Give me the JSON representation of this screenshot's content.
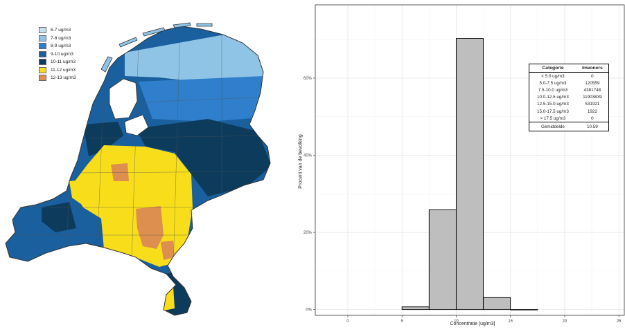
{
  "colors": {
    "c67": "#c7e2ef",
    "c78": "#8fc4e6",
    "c89": "#2f7fcc",
    "c910": "#1a5f9e",
    "c1011": "#0d3b5c",
    "c1112": "#f7dd1a",
    "c1213": "#dc8f4f",
    "bar_fill": "#bebebe",
    "grid": "#e6e6e6",
    "border": "#333333"
  },
  "legend": {
    "items": [
      {
        "label": "6-7 ug/m3",
        "color": "#c7e2ef"
      },
      {
        "label": "7-8 ug/m3",
        "color": "#8fc4e6"
      },
      {
        "label": "8-9 ug/m3",
        "color": "#2f7fcc"
      },
      {
        "label": "9-10 ug/m3",
        "color": "#1a5f9e"
      },
      {
        "label": "10-11 ug/m3",
        "color": "#0d3b5c"
      },
      {
        "label": "11-12 ug/m3",
        "color": "#f7dd1a"
      },
      {
        "label": "12-13 ug/m3",
        "color": "#dc8f4f"
      }
    ]
  },
  "chart_data": {
    "type": "bar",
    "xlabel": "Concentratie [ug/m3]",
    "ylabel": "Procent van de bevolking",
    "xlim": [
      -3,
      25.5
    ],
    "ylim": [
      -1.5,
      79
    ],
    "xticks": [
      0,
      5,
      10,
      15,
      20,
      25
    ],
    "yticks": [
      0,
      20,
      40,
      60
    ],
    "ytick_labels": [
      "0%",
      "20%",
      "40%",
      "60%"
    ],
    "bins": [
      {
        "x0": 2.5,
        "x1": 5.0,
        "value": 0.0
      },
      {
        "x0": 5.0,
        "x1": 7.5,
        "value": 0.7
      },
      {
        "x0": 7.5,
        "x1": 10.0,
        "value": 25.9
      },
      {
        "x0": 10.0,
        "x1": 12.5,
        "value": 70.3
      },
      {
        "x0": 12.5,
        "x1": 15.0,
        "value": 3.1
      },
      {
        "x0": 15.0,
        "x1": 17.5,
        "value": 0.01
      }
    ],
    "grid": true,
    "table": {
      "headers": [
        "Categorie",
        "Inwoners"
      ],
      "rows": [
        [
          "< 5.0 ug/m3",
          "0"
        ],
        [
          "5.0-7.5 ug/m3",
          "120559"
        ],
        [
          "7.5-10.0 ug/m3",
          "4381748"
        ],
        [
          "10.0-12.5 ug/m3",
          "11903839"
        ],
        [
          "12.5-15.0 ug/m3",
          "531921"
        ],
        [
          "15.0-17.5 ug/m3",
          "1922"
        ],
        [
          "> 17.5 ug/m3",
          "0"
        ]
      ],
      "footer": [
        "Gemiddelde",
        "10.59"
      ]
    }
  }
}
